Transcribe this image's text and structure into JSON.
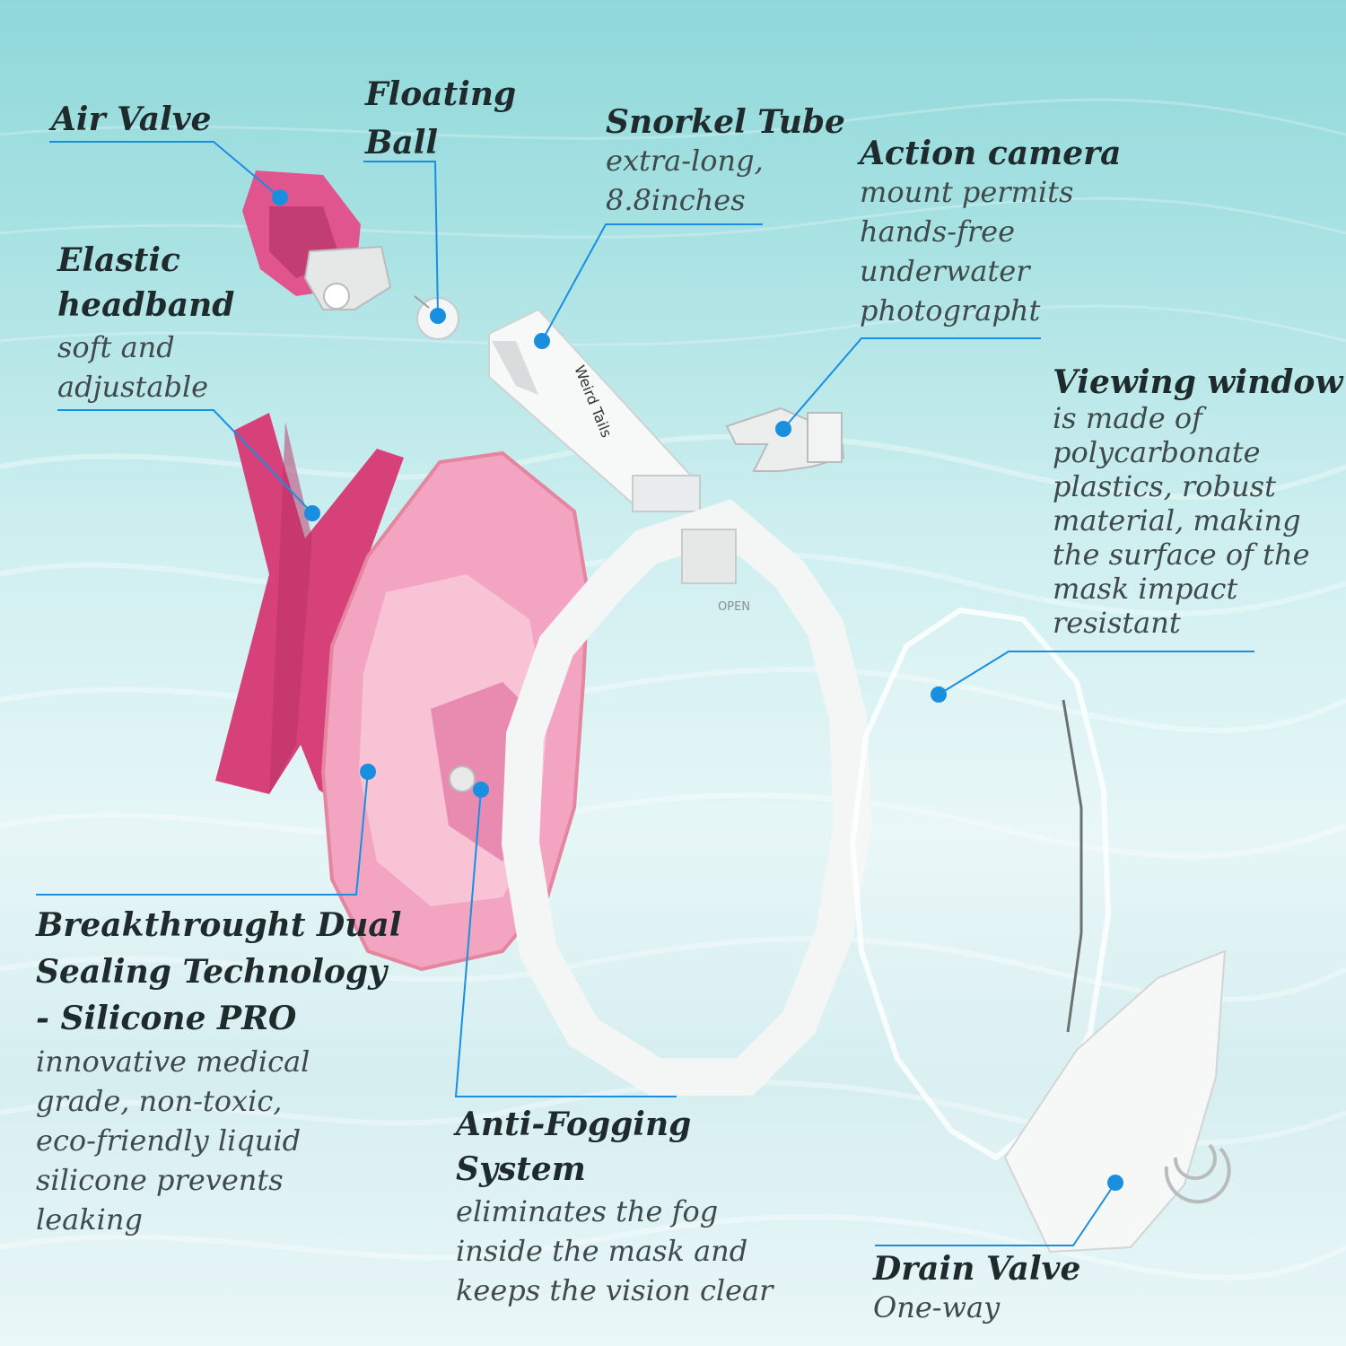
{
  "callouts": {
    "air_valve": {
      "title": "Air Valve"
    },
    "floating_ball": {
      "title": "Floating\nBall"
    },
    "snorkel_tube": {
      "title": "Snorkel Tube",
      "desc": "extra-long,\n8.8inches"
    },
    "action_camera": {
      "title": "Action camera",
      "desc": "mount permits\nhands-free\nunderwater\nphotographt"
    },
    "elastic_headband": {
      "title": "Elastic\nheadband",
      "desc": "soft and\nadjustable"
    },
    "viewing_window": {
      "title": "Viewing window",
      "desc": "is made of\npolycarbonate\nplastics, robust\nmaterial, making\nthe surface of the\nmask impact\nresistant"
    },
    "dual_sealing": {
      "title": "Breakthrought Dual\nSealing Technology\n- Silicone PRO",
      "desc": "innovative medical\ngrade, non-toxic,\neco-friendly liquid\nsilicone prevents\nleaking"
    },
    "anti_fogging": {
      "title": "Anti-Fogging\nSystem",
      "desc": "eliminates the fog\ninside the mask and\nkeeps the vision clear"
    },
    "drain_valve": {
      "title": "Drain Valve",
      "desc": "One-way"
    }
  },
  "product": {
    "brand_text": "Weird Tails",
    "frame_text": "OPEN"
  },
  "colors": {
    "leader_line": "#1a8fe0",
    "pink_dark": "#d6417a",
    "pink_light": "#f3a7c3",
    "white_part": "#f4f6f6",
    "water_top": "#8fd8da",
    "water_bottom": "#e9f7f8"
  }
}
